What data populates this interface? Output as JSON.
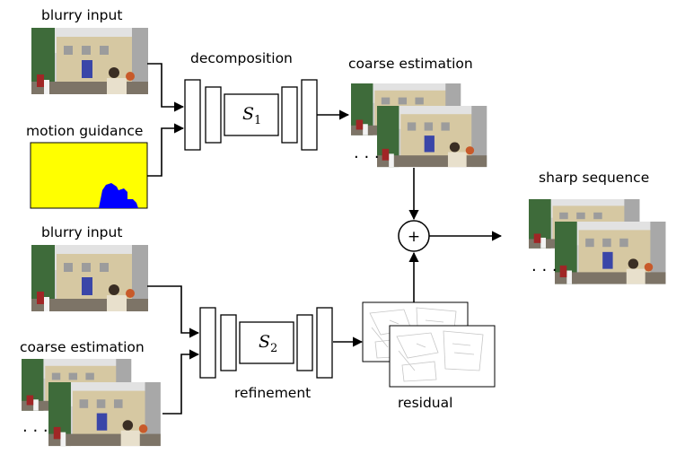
{
  "labels": {
    "blurry_input_top": "blurry input",
    "motion_guidance": "motion guidance",
    "decomposition": "decomposition",
    "coarse_estimation_top": "coarse estimation",
    "sharp_sequence": "sharp sequence",
    "blurry_input_bottom": "blurry input",
    "coarse_estimation_bottom": "coarse estimation",
    "refinement": "refinement",
    "residual": "residual"
  },
  "networks": {
    "s1": {
      "symbol": "S",
      "subscript": "1"
    },
    "s2": {
      "symbol": "S",
      "subscript": "2"
    }
  },
  "operators": {
    "sum": "+"
  },
  "ellipsis": ". . .",
  "colors": {
    "motion_background": "#ffff00",
    "motion_blob": "#0000ff",
    "photo_sky": "#d9d9d9",
    "photo_building": "#d7c9a4",
    "photo_tree": "#3e6b3a"
  }
}
